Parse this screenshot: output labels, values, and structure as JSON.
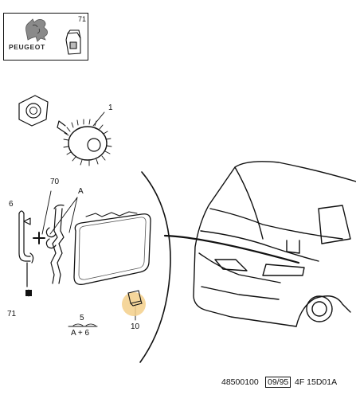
{
  "brand": {
    "name": "PEUGEOT",
    "logo_icon": "peugeot-lion-icon",
    "kit_ref": "71"
  },
  "callouts": {
    "c1": "1",
    "c70": "70",
    "cA": "A",
    "c6": "6",
    "c71": "71",
    "c5": "5",
    "cA6": "A + 6",
    "c10": "10"
  },
  "footer": {
    "reference": "48500100",
    "date": "09/95",
    "code": "4F 15D01A"
  },
  "colors": {
    "line": "#111111",
    "highlight": "#f3cf8a"
  }
}
